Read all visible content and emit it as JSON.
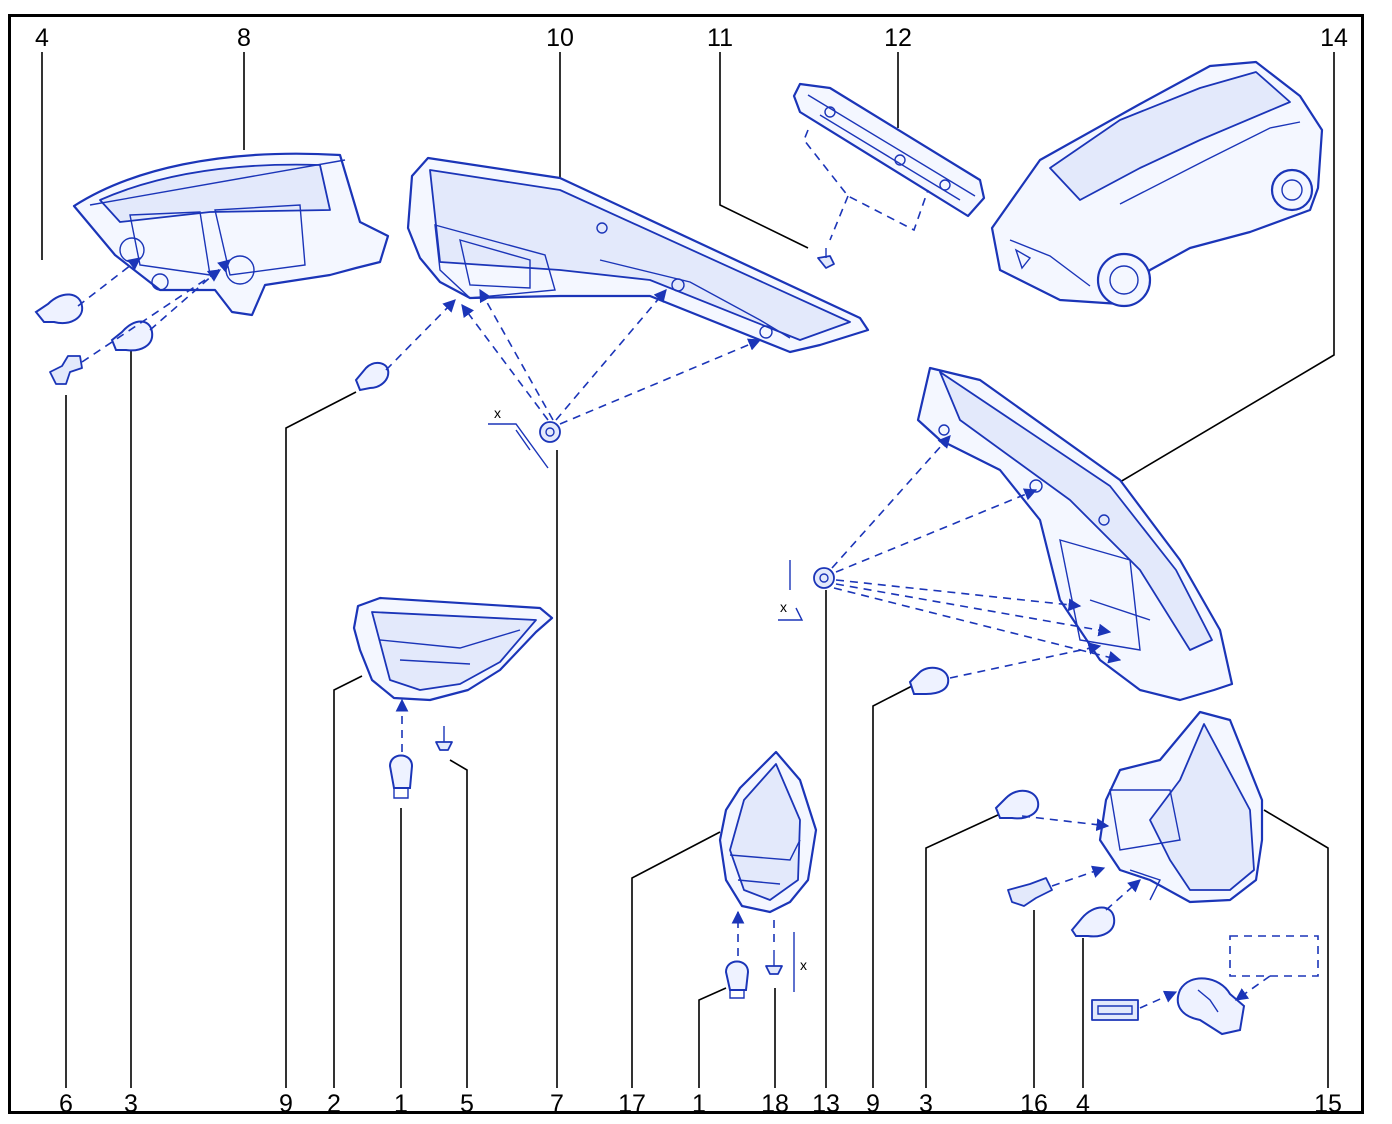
{
  "top_labels": [
    "4",
    "8",
    "10",
    "11",
    "12",
    "14"
  ],
  "bottom_labels": [
    "6",
    "3",
    "9",
    "2",
    "1",
    "5",
    "7",
    "17",
    "1",
    "18",
    "13",
    "9",
    "3",
    "16",
    "4",
    "15"
  ],
  "dimension_mark": "x",
  "colors": {
    "line_art": "#1b35b8",
    "leader": "#000000",
    "frame": "#000000"
  },
  "icons": [
    "car-icon",
    "bulb-icon",
    "screw-icon",
    "clip-icon"
  ]
}
